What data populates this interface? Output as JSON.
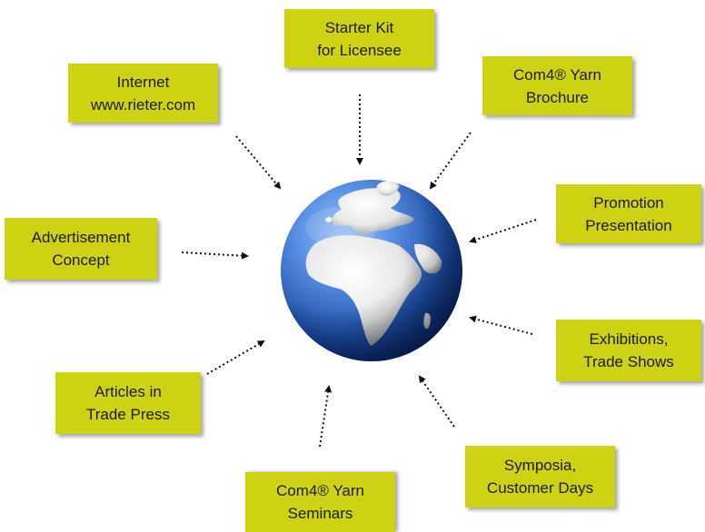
{
  "colors": {
    "box_fill": "#cdd312",
    "arrow": "#111111",
    "ocean_light": "#5d93e6",
    "ocean_dark": "#0c2a70",
    "land": "#f2f2f2"
  },
  "diagram": {
    "center_icon": "globe-icon",
    "boxes": [
      {
        "id": "starter-kit",
        "line1": "Starter Kit",
        "line2": "for Licensee"
      },
      {
        "id": "internet",
        "line1": "Internet",
        "line2": "www.rieter.com"
      },
      {
        "id": "com4-brochure",
        "line1": "Com4® Yarn",
        "line2": "Brochure"
      },
      {
        "id": "promotion",
        "line1": "Promotion",
        "line2": "Presentation"
      },
      {
        "id": "advertisement",
        "line1": "Advertisement",
        "line2": "Concept"
      },
      {
        "id": "exhibitions",
        "line1": "Exhibitions,",
        "line2": "Trade Shows"
      },
      {
        "id": "articles",
        "line1": "Articles in",
        "line2": "Trade Press"
      },
      {
        "id": "symposia",
        "line1": "Symposia,",
        "line2": "Customer Days"
      },
      {
        "id": "com4-seminars",
        "line1": "Com4® Yarn",
        "line2": "Seminars"
      }
    ]
  }
}
